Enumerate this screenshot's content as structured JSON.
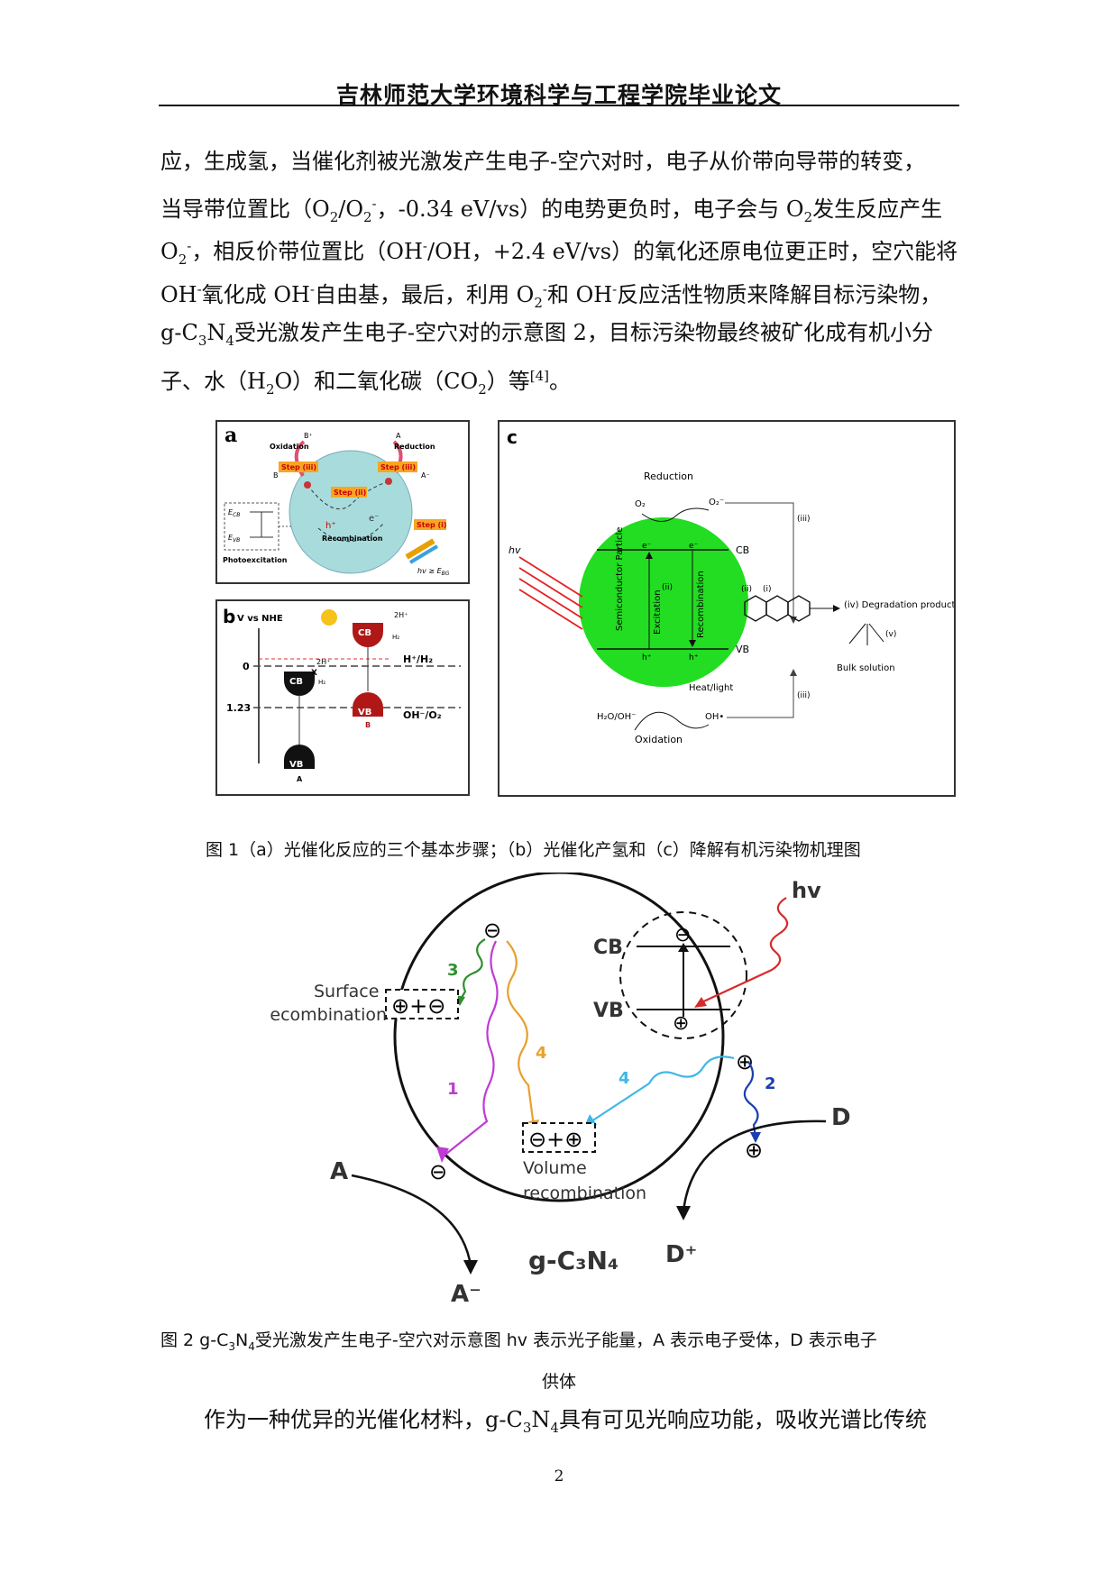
{
  "header": {
    "title": "吉林师范大学环境科学与工程学院毕业论文"
  },
  "paragraph1": {
    "l1": "应，生成氢，当催化剂被光激发产生电子-空穴对时，电子从价带向导带的转变，",
    "l2a": "当导带位置比（O",
    "l2s1": "2",
    "l2b": "/O",
    "l2s2": "2",
    "l2p1": "-",
    "l2c": "，-0.34 eV/vs）的电势更负时，电子会与 O",
    "l2s3": "2",
    "l2d": "发生反应产生",
    "l3a": "O",
    "l3s1": "2",
    "l3p1": "-",
    "l3b": "，相反价带位置比（OH",
    "l3p2": "-",
    "l3c": "/OH，+2.4 eV/vs）的氧化还原电位更正时，空穴能将",
    "l4a": "OH",
    "l4p1": "-",
    "l4b": "氧化成 OH",
    "l4p2": "-",
    "l4c": "自由基，最后，利用 O",
    "l4s1": "2",
    "l4p3": "-",
    "l4d": "和 OH",
    "l4p4": "-",
    "l4e": "反应活性物质来降解目标污染物，",
    "l5a": "g-C",
    "l5s1": "3",
    "l5b": "N",
    "l5s2": "4",
    "l5c": "受光激发产生电子-空穴对的示意图 2，目标污染物最终被矿化成有机小分",
    "l6a": "子、水（H",
    "l6s1": "2",
    "l6b": "O）和二氧化碳（CO",
    "l6s2": "2",
    "l6c": "）等",
    "l6ref": "[4]",
    "l6d": "。"
  },
  "figure1": {
    "panel_a": {
      "label": "a",
      "oxidation": "Oxidation",
      "reduction": "Reduction",
      "step_iii": "Step (iii)",
      "step_ii": "Step (ii)",
      "step_i": "Step (i)",
      "recombination": "Recombination",
      "photoexcitation": "Photoexcitation",
      "ecb": "E",
      "ecb_sub": "CB",
      "evb": "E",
      "evb_sub": "VB",
      "hv": "hv ≥ E",
      "hv_sub": "BG",
      "b_plus": "B⁺",
      "b": "B",
      "a": "A",
      "a_minus": "A⁻",
      "h_plus": "h⁺",
      "e_minus": "e⁻"
    },
    "panel_b": {
      "label": "b",
      "axis_label": "V vs NHE",
      "tick0": "0",
      "tick123": "1.23",
      "h2_line": "H⁺/H₂",
      "o2_line": "OH⁻/O₂",
      "cb": "CB",
      "vb": "VB",
      "two_h": "2H⁺",
      "h2": "H₂",
      "x_mark": "X",
      "cat_a": "A",
      "cat_b": "B"
    },
    "panel_c": {
      "label": "c",
      "reduction": "Reduction",
      "oxidation": "Oxidation",
      "o2": "O₂",
      "o2_minus": "O₂⁻",
      "hv": "hv",
      "cb": "CB",
      "vb": "VB",
      "excitation": "Excitation",
      "recombination": "Recombination",
      "semiconductor": "Semiconductor Particle",
      "heat_light": "Heat/light",
      "h2o_oh": "H₂O/OH⁻",
      "oh_rad": "OH•",
      "degradation": "(iv) Degradation products",
      "bulk": "Bulk solution",
      "r_i": "(i)",
      "r_ii": "(ii)",
      "r_iii": "(iii)",
      "r_v": "(v)",
      "e_minus": "e⁻",
      "h_plus": "h⁺"
    },
    "caption": "图 1（a）光催化反应的三个基本步骤；（b）光催化产氢和（c）降解有机污染物机理图"
  },
  "figure2": {
    "hv": "hv",
    "cb": "CB",
    "vb": "VB",
    "surface": "Surface",
    "recombination": "recombination",
    "volume": "Volume",
    "n1": "1",
    "n2": "2",
    "n3": "3",
    "n4a": "4",
    "n4b": "4",
    "a": "A",
    "a_minus": "A⁻",
    "d": "D",
    "d_plus": "D⁺",
    "material": "g-C₃N₄",
    "pair_surface": "⊕+⊖",
    "pair_volume": "⊖+⊕",
    "colors": {
      "purple": "#c03ad6",
      "orange": "#e8a02e",
      "green": "#2f8f2f",
      "cyan": "#3fb7e6",
      "blue": "#1a3fb0",
      "red": "#d62b2b"
    },
    "caption_a": "图 2 g-C",
    "caption_s1": "3",
    "caption_b": "N",
    "caption_s2": "4",
    "caption_c": "受光激发产生电子-空穴对示意图 hv 表示光子能量，A 表示电子受体，D 表示电子",
    "caption_line2": "供体"
  },
  "paragraph2": {
    "a": "作为一种优异的光催化材料，g-C",
    "s1": "3",
    "b": "N",
    "s2": "4",
    "c": "具有可见光响应功能，吸收光谱比传统"
  },
  "page": {
    "number": "2"
  }
}
